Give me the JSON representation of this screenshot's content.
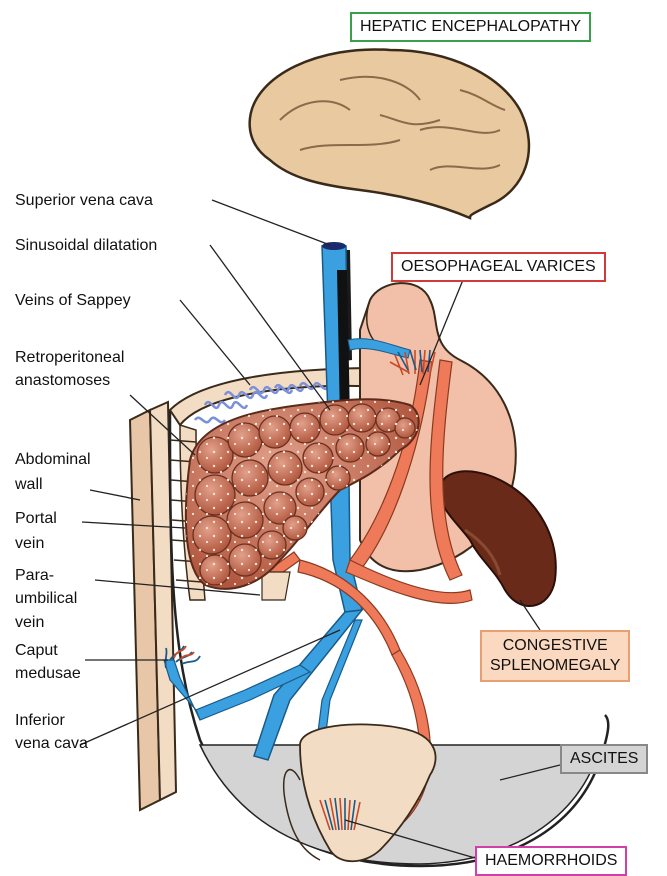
{
  "boxes": {
    "hepatic_encephalopathy": {
      "text": "HEPATIC ENCEPHALOPATHY",
      "border": "#3aa04a",
      "fill": "#ffffff"
    },
    "oesophageal_varices": {
      "text": "OESOPHAGEAL VARICES",
      "border": "#d23a3a",
      "fill": "#ffffff"
    },
    "congestive_line1": {
      "text": "CONGESTIVE"
    },
    "congestive_line2": {
      "text": "SPLENOMEGALY"
    },
    "congestive": {
      "border": "#e8a070",
      "fill": "#fbd9c0"
    },
    "ascites": {
      "text": "ASCITES",
      "border": "#888888",
      "fill": "#d4d4d4"
    },
    "haemorrhoids": {
      "text": "HAEMORRHOIDS",
      "border": "#d040a8",
      "fill": "#ffffff"
    }
  },
  "labels": {
    "superior_vena_cava": "Superior vena cava",
    "sinusoidal_dilatation": "Sinusoidal dilatation",
    "veins_of_sappey": "Veins of Sappey",
    "retroperitoneal_1": "Retroperitoneal",
    "retroperitoneal_2": "anastomoses",
    "abdominal_1": "Abdominal",
    "abdominal_2": "wall",
    "portal_1": "Portal",
    "portal_2": "vein",
    "para_1": "Para-",
    "para_2": "umbilical",
    "para_3": "vein",
    "caput_1": "Caput",
    "caput_2": "medusae",
    "ivc_1": "Inferior",
    "ivc_2": "vena cava"
  },
  "colors": {
    "vein_blue": "#3aa0e0",
    "portal_red": "#ef7a5a",
    "liver": "#c8735a",
    "stomach": "#f2c0a8",
    "spleen": "#6a2a1a",
    "brain": "#e8c9a0",
    "ascites": "#d4d4d4"
  }
}
